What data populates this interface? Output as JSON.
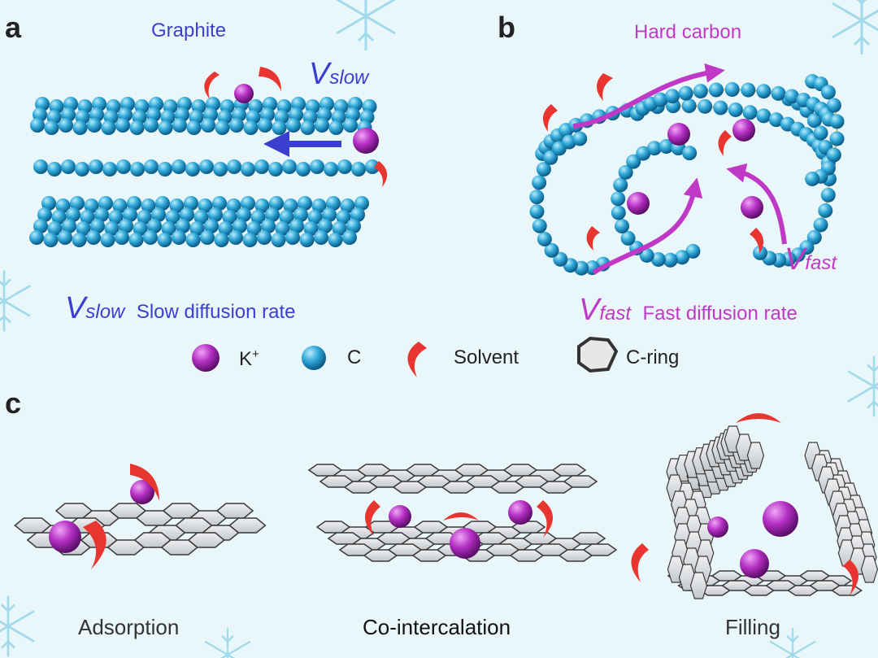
{
  "panels": {
    "a": {
      "letter": "a",
      "title": "Graphite",
      "rate_symbol": "V",
      "rate_sub": "slow",
      "caption_symbol": "V",
      "caption_sub": "slow",
      "caption": "Slow diffusion rate"
    },
    "b": {
      "letter": "b",
      "title": "Hard carbon",
      "rate_symbol": "V",
      "rate_sub": "fast",
      "caption_symbol": "V",
      "caption_sub": "fast",
      "caption": "Fast diffusion rate"
    },
    "c": {
      "letter": "c",
      "mechanisms": [
        "Adsorption",
        "Co-intercalation",
        "Filling"
      ]
    }
  },
  "legend": {
    "k_label": "K",
    "k_sup": "+",
    "c_label": "C",
    "solvent_label": "Solvent",
    "ring_label": "C-ring"
  },
  "colors": {
    "background": "#eaf7fa",
    "carbon": "#2fa8d8",
    "potassium": "#b52fc4",
    "solvent": "#e8352f",
    "slow": "#3a3fd0",
    "fast": "#c039c6",
    "ring": "#d4d6d8"
  }
}
